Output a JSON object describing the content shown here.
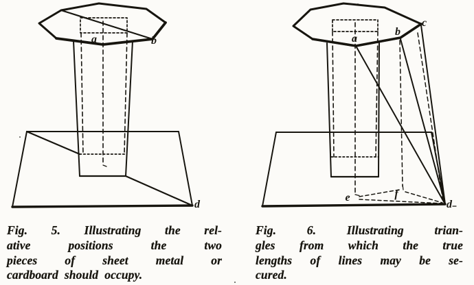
{
  "page": {
    "background": "#fcfbf8",
    "ink": "#17150f"
  },
  "fig5": {
    "labels": {
      "a": "a",
      "b": "b",
      "d": "d"
    },
    "caption_lines": [
      "Fig. 5. Illustrating the rel-",
      "ative positions the two",
      "pieces of sheet metal or",
      "cardboard should occupy."
    ]
  },
  "fig6": {
    "labels": {
      "a": "a",
      "b": "b",
      "c": "c",
      "d": "d",
      "e": "e",
      "f": "f"
    },
    "caption_lines": [
      "Fig. 6. Illustrating trian-",
      "gles from which the true",
      "lengths of lines may be se-",
      "cured."
    ]
  }
}
